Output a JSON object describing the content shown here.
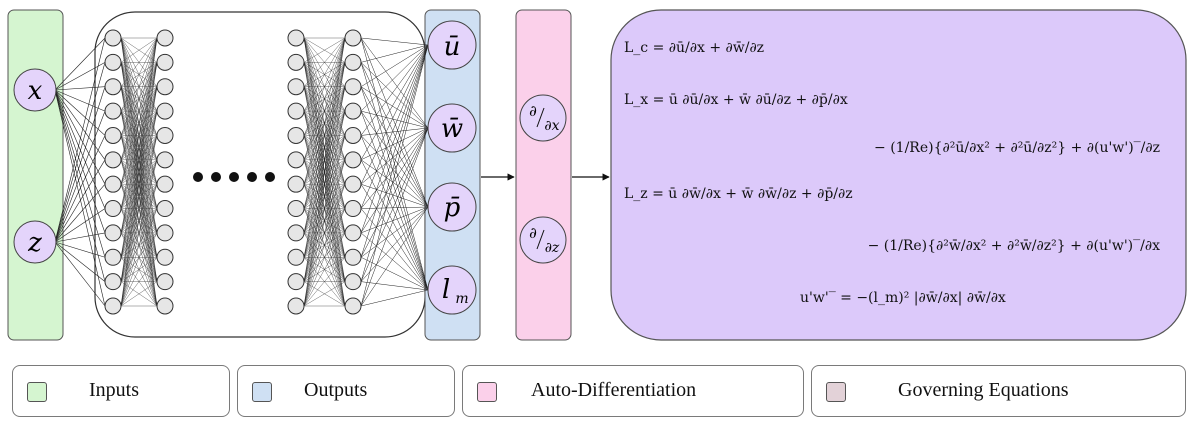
{
  "nodes": {
    "inputs": [
      "x",
      "z"
    ],
    "outputs": [
      "ū",
      "w̄",
      "p̄",
      "l"
    ],
    "output_subscript_m": "m",
    "autodiff": [
      {
        "num": "∂",
        "den": "∂x"
      },
      {
        "num": "∂",
        "den": "∂z"
      }
    ]
  },
  "equations": {
    "Lc": "L_c = ∂ū/∂x + ∂w̄/∂z",
    "Lx_line1": "L_x = ū ∂ū/∂x + w̄ ∂ū/∂z + ∂p̄/∂x",
    "Lx_line2": "− (1/Re){∂²ū/∂x² + ∂²ū/∂z²} + ∂(u'w')‾/∂z",
    "Lz_line1": "L_z = ū ∂w̄/∂x + w̄ ∂w̄/∂z + ∂p̄/∂z",
    "Lz_line2": "− (1/Re){∂²w̄/∂x² + ∂²w̄/∂z²} + ∂(u'w')‾/∂x",
    "closure": "u'w'‾ = −(l_m)² |∂w̄/∂x| ∂w̄/∂x"
  },
  "legend": [
    {
      "label": "Inputs",
      "color": "#d5f5d0"
    },
    {
      "label": "Outputs",
      "color": "#cfe0f3"
    },
    {
      "label": "Auto-Differentiation",
      "color": "#fbd0ea"
    },
    {
      "label": "Governing Equations",
      "color": "#e3d2d8"
    }
  ],
  "colors": {
    "inputs_panel": "#d5f5d0",
    "outputs_panel": "#cfe0f3",
    "autodiff_panel": "#fbd0ea",
    "equations_panel": "#dcc9fa",
    "node_purple": "#e4d4fb",
    "hidden_node": "#e6e6e6"
  }
}
